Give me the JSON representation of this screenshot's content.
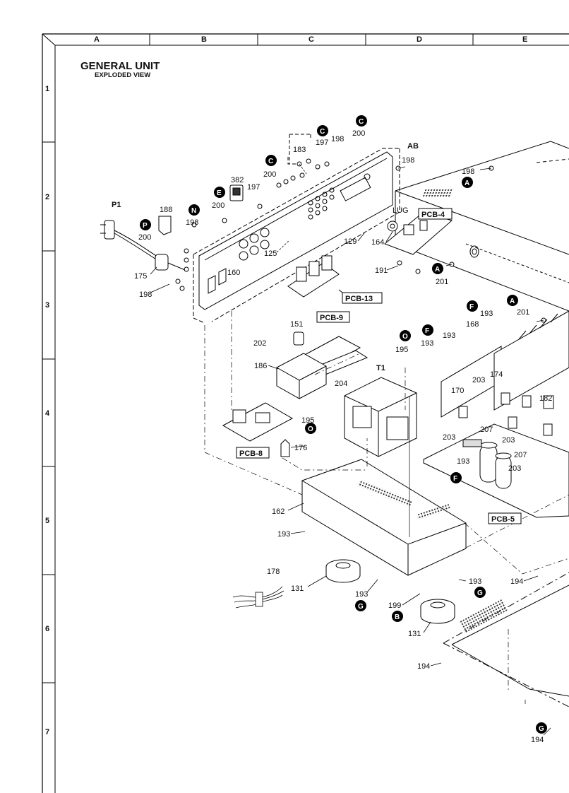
{
  "header": {
    "title": "GENERAL UNIT",
    "subtitle": "EXPLODED VIEW",
    "columns": [
      "A",
      "B",
      "C",
      "D",
      "E"
    ],
    "rows": [
      "1",
      "2",
      "3",
      "4",
      "5",
      "6",
      "7"
    ]
  },
  "assemblies": {
    "pcb_4": "PCB-4",
    "pcb_13": "PCB-13",
    "pcb_9": "PCB-9",
    "pcb_8": "PCB-8",
    "pcb_5": "PCB-5",
    "t1": "T1",
    "p1": "P1",
    "lug": "LUG",
    "ab": "AB"
  },
  "callouts": {
    "c183": "183",
    "c197a": "197",
    "c198a": "198",
    "c200a": "200",
    "c198b": "198",
    "c382": "382",
    "c200b": "200",
    "c197b": "197",
    "c198c": "198",
    "c188": "188",
    "c200c": "200",
    "c198d": "198",
    "c200d": "200",
    "c129": "129",
    "c125": "125",
    "c164": "164",
    "c175": "175",
    "c160": "160",
    "c198e": "198",
    "c191": "191",
    "c201a": "201",
    "c201b": "201",
    "c193a": "193",
    "c168": "168",
    "c193b": "193",
    "c193c": "193",
    "c151": "151",
    "c202": "202",
    "c195a": "195",
    "c186": "186",
    "c204": "204",
    "c203a": "203",
    "c174": "174",
    "c170": "170",
    "c182": "182",
    "c195b": "195",
    "c207a": "207",
    "c203b": "203",
    "c203c": "203",
    "c207b": "207",
    "c203d": "203",
    "c176": "176",
    "c193d": "193",
    "c162": "162",
    "c193e": "193",
    "c178": "178",
    "c131a": "131",
    "c193f": "193",
    "c193g": "193",
    "c194a": "194",
    "c199": "199",
    "c131b": "131",
    "c194b": "194",
    "c194c": "194"
  },
  "markers": {
    "m_c1": "C",
    "m_c2": "C",
    "m_c3": "C",
    "m_e": "E",
    "m_n": "N",
    "m_p": "P",
    "m_a1": "A",
    "m_a2": "A",
    "m_a3": "A",
    "m_f1": "F",
    "m_f2": "F",
    "m_f3": "F",
    "m_o1": "O",
    "m_o2": "O",
    "m_g1": "G",
    "m_g2": "G",
    "m_g3": "G",
    "m_b": "B"
  }
}
